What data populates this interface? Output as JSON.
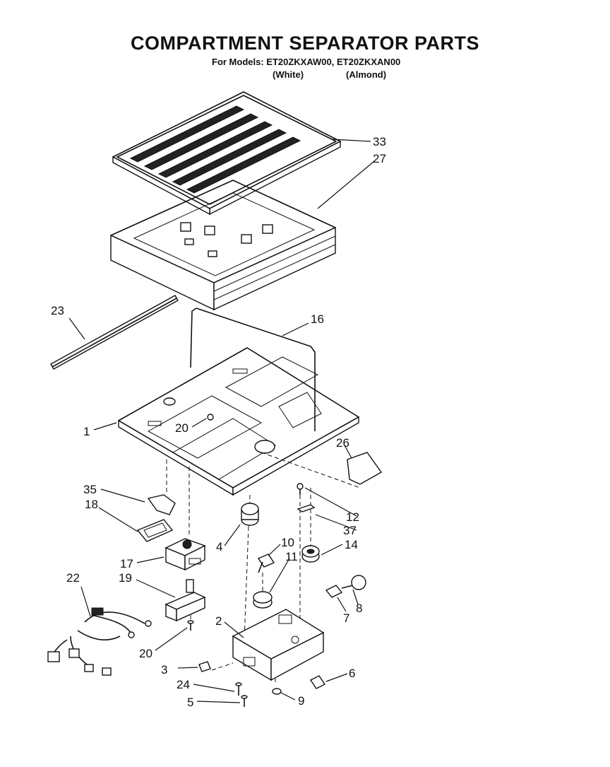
{
  "title": "COMPARTMENT SEPARATOR PARTS",
  "models_line": "For Models: ET20ZKXAW00, ET20ZKXAN00",
  "color_white": "(White)",
  "color_almond": "(Almond)",
  "callouts": {
    "c33": "33",
    "c27": "27",
    "c23": "23",
    "c16": "16",
    "c1": "1",
    "c20a": "20",
    "c26": "26",
    "c35": "35",
    "c18": "18",
    "c12": "12",
    "c37": "37",
    "c4": "4",
    "c10": "10",
    "c14": "14",
    "c17": "17",
    "c11": "11",
    "c22": "22",
    "c19": "19",
    "c8": "8",
    "c7": "7",
    "c2": "2",
    "c20b": "20",
    "c3": "3",
    "c6": "6",
    "c24": "24",
    "c9": "9",
    "c5": "5"
  }
}
